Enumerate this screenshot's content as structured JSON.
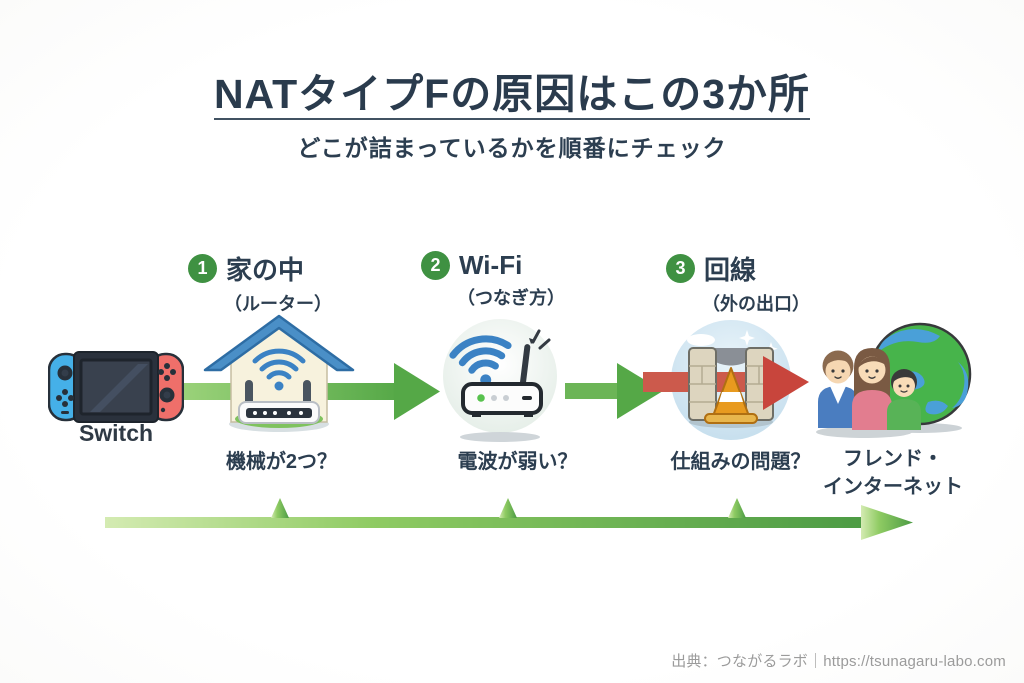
{
  "header": {
    "title": "NATタイプFの原因はこの3か所",
    "subtitle": "どこが詰まっているかを順番にチェック"
  },
  "flow": {
    "source_label": "Switch",
    "steps": [
      {
        "number": "1",
        "title": "家の中",
        "subtitle": "（ルーター）",
        "question": "機械が2つ？"
      },
      {
        "number": "2",
        "title": "Wi-Fi",
        "subtitle": "（つなぎ方）",
        "question": "電波が弱い？"
      },
      {
        "number": "3",
        "title": "回線",
        "subtitle": "（外の出口）",
        "question": "仕組みの問題？"
      }
    ],
    "destination_label_line1": "フレンド・",
    "destination_label_line2": "インターネット"
  },
  "footer": {
    "credit": "出典：つながるラボ｜https://tsunagaru-labo.com"
  },
  "colors": {
    "text_dark": "#2c3e50",
    "badge_green": "#3f9142",
    "arrow_green": "#5cb152",
    "arrow_red": "#c8483f",
    "wifi_blue": "#3b82c4",
    "roof_blue": "#4a8fc7",
    "cone_orange": "#e89a1f",
    "footer_gray": "#9b9b9b"
  }
}
